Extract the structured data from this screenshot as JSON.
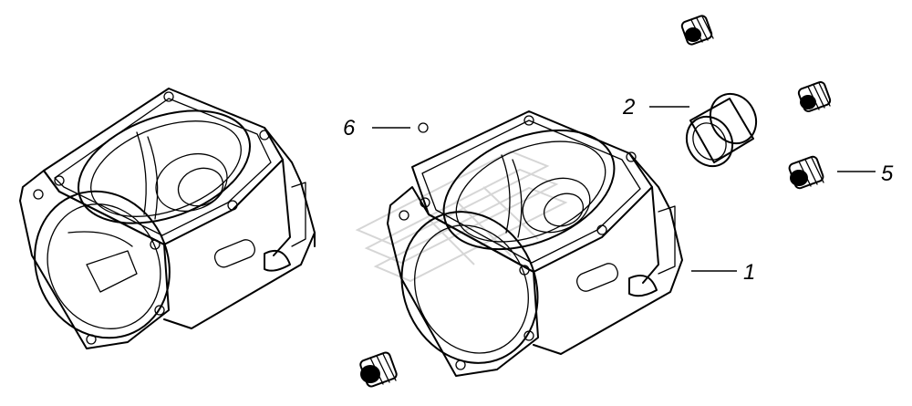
{
  "callouts": {
    "c1": "1",
    "c2": "2",
    "c5": "5",
    "c6": "6"
  }
}
